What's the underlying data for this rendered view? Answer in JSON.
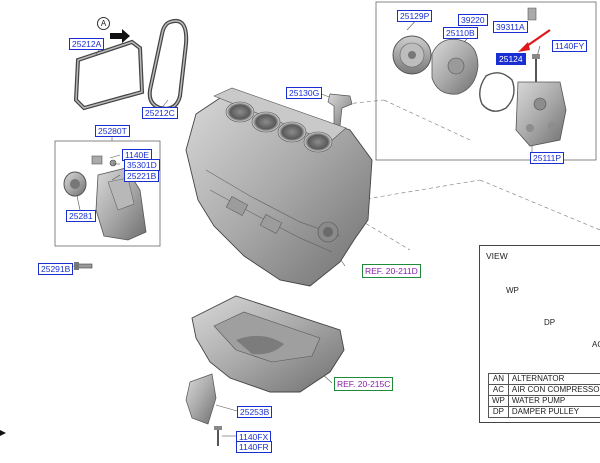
{
  "callouts": {
    "a_top": "A"
  },
  "labels": {
    "belt_a": "25212A",
    "belt_c": "25212C",
    "tensioner_assy": "25280T",
    "bolt_1140e": "1140E",
    "bolt_35301d": "35301D",
    "bracket_25221b": "25221B",
    "tensioner_25281": "25281",
    "bolt_25291b": "25291B",
    "fitting_25130g": "25130G",
    "pulley_25129p": "25129P",
    "part_39220": "39220",
    "part_39311a": "39311A",
    "gasket_25110b": "25110B",
    "pump_25124": "25124",
    "bolt_1140fy": "1140FY",
    "housing_25111p": "25111P",
    "bracket_25253b": "25253B",
    "bolt_1140fx": "1140FX",
    "bolt_1140fr": "1140FR"
  },
  "refs": {
    "ref_block": "REF. 20-211D",
    "ref_pan": "REF. 20-215C"
  },
  "view_panel": {
    "title": "VIEW",
    "pulleys": {
      "wp": "WP",
      "dp": "DP",
      "ac": "AC"
    },
    "legend": [
      {
        "code": "AN",
        "name": "ALTERNATOR"
      },
      {
        "code": "AC",
        "name": "AIR CON COMPRESSOR"
      },
      {
        "code": "WP",
        "name": "WATER PUMP"
      },
      {
        "code": "DP",
        "name": "DAMPER PULLEY"
      }
    ]
  },
  "colors": {
    "label_blue": "#1a2fd1",
    "ref_purple": "#8a1da8",
    "ref_green_border": "#1f8b3a",
    "arrow_red": "#e0161b"
  }
}
